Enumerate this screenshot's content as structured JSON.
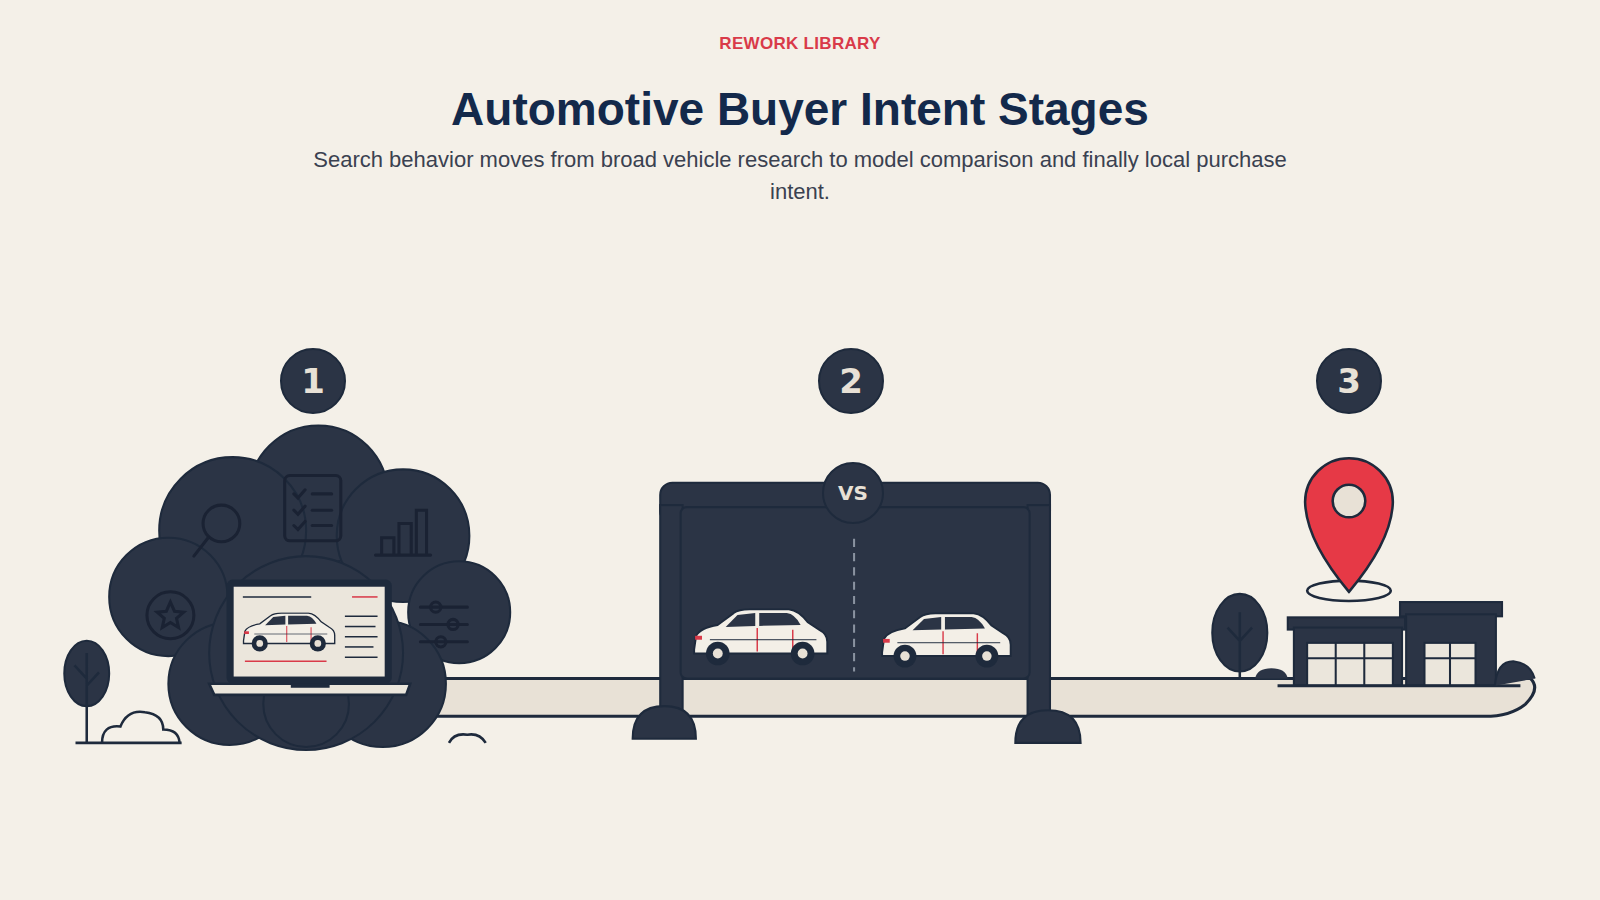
{
  "diagram": {
    "title": "Automotive Buyer Intent Stages",
    "caption": "Search behavior moves from broad vehicle research to model comparison and finally local purchase intent.",
    "nodes": [
      {
        "text": [
          "1"
        ]
      },
      {
        "text": [
          "2"
        ]
      },
      {
        "text": [
          "VS"
        ]
      },
      {
        "text": [
          "3"
        ]
      }
    ],
    "labels": [
      "REWORK LIBRARY"
    ]
  }
}
